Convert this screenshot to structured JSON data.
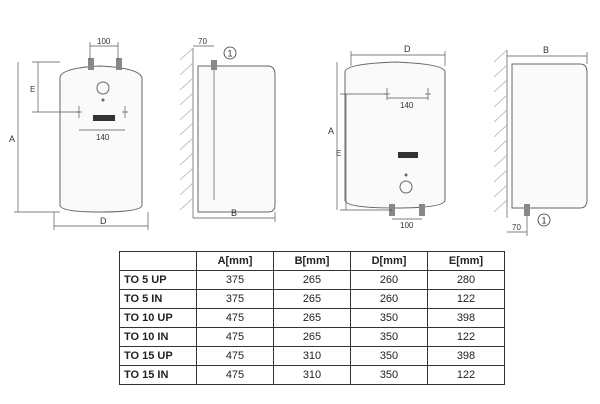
{
  "drawing": {
    "labels": {
      "a": "A",
      "b": "B",
      "d": "D",
      "e": "E",
      "pipe_spacing_top": "100",
      "pipe_spacing_bottom": "100",
      "pipe_spacing_140_left": "140",
      "pipe_spacing_140_right": "140",
      "wall_offset_top": "70",
      "wall_offset_bottom": "70",
      "callout_top": "1",
      "callout_bottom": "1"
    }
  },
  "table": {
    "headers": [
      "",
      "A[mm]",
      "B[mm]",
      "D[mm]",
      "E[mm]"
    ],
    "rows": [
      {
        "model": "TO 5 UP",
        "a": "375",
        "b": "265",
        "d": "260",
        "e": "280"
      },
      {
        "model": "TO 5 IN",
        "a": "375",
        "b": "265",
        "d": "260",
        "e": "122"
      },
      {
        "model": "TO 10 UP",
        "a": "475",
        "b": "265",
        "d": "350",
        "e": "398"
      },
      {
        "model": "TO 10 IN",
        "a": "475",
        "b": "265",
        "d": "350",
        "e": "122"
      },
      {
        "model": "TO 15 UP",
        "a": "475",
        "b": "310",
        "d": "350",
        "e": "398"
      },
      {
        "model": "TO 15 IN",
        "a": "475",
        "b": "310",
        "d": "350",
        "e": "122"
      }
    ]
  }
}
